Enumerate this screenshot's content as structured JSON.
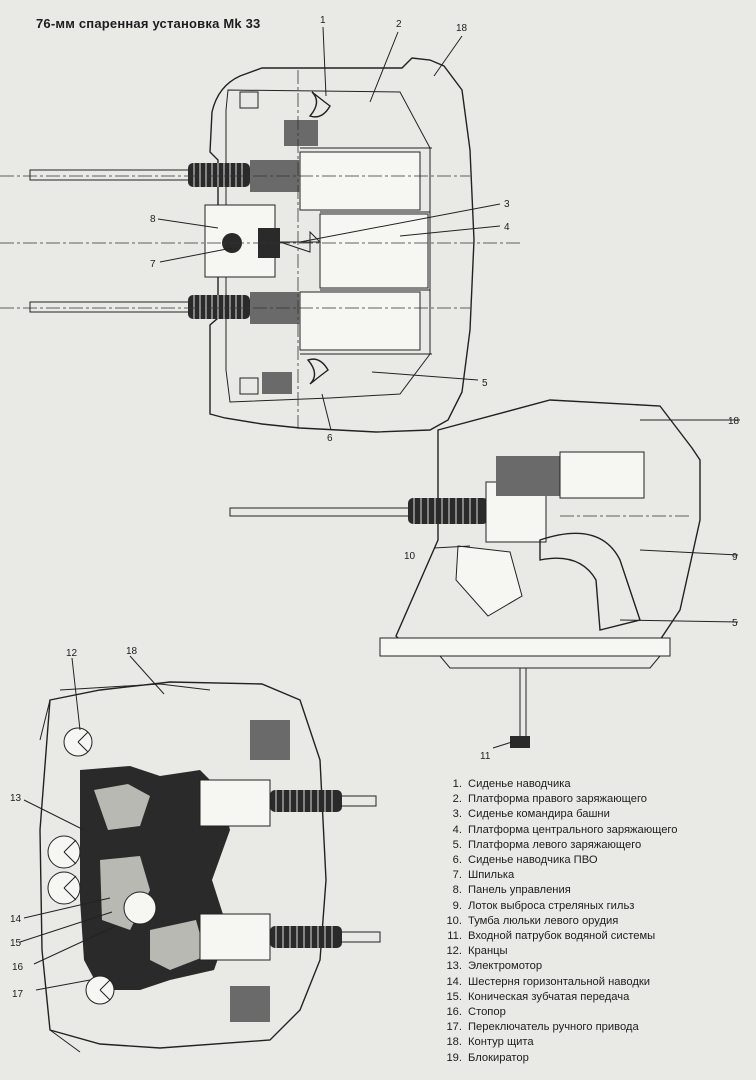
{
  "title": "76-мм спаренная установка Mk 33",
  "legend": [
    {
      "num": "1.",
      "text": "Сиденье наводчика"
    },
    {
      "num": "2.",
      "text": "Платформа правого заряжающего"
    },
    {
      "num": "3.",
      "text": "Сиденье командира башни"
    },
    {
      "num": "4.",
      "text": "Платформа центрального заряжающего"
    },
    {
      "num": "5.",
      "text": "Платформа левого заряжающего"
    },
    {
      "num": "6.",
      "text": "Сиденье наводчика ПВО"
    },
    {
      "num": "7.",
      "text": "Шпилька"
    },
    {
      "num": "8.",
      "text": "Панель управления"
    },
    {
      "num": "9.",
      "text": "Лоток выброса стреляных гильз"
    },
    {
      "num": "10.",
      "text": "Тумба люльки левого орудия"
    },
    {
      "num": "11.",
      "text": "Входной патрубок водяной системы"
    },
    {
      "num": "12.",
      "text": "Кранцы"
    },
    {
      "num": "13.",
      "text": "Электромотор"
    },
    {
      "num": "14.",
      "text": "Шестерня горизонтальной наводки"
    },
    {
      "num": "15.",
      "text": "Коническая зубчатая передача"
    },
    {
      "num": "16.",
      "text": "Стопор"
    },
    {
      "num": "17.",
      "text": "Переключатель ручного привода"
    },
    {
      "num": "18.",
      "text": "Контур щита"
    },
    {
      "num": "19.",
      "text": "Блокиратор"
    }
  ],
  "callouts": {
    "top": [
      "1",
      "2",
      "18",
      "8",
      "3",
      "4",
      "7",
      "5",
      "6"
    ],
    "side": [
      "18",
      "10",
      "9",
      "5",
      "11"
    ],
    "bottom": [
      "12",
      "18",
      "13",
      "14",
      "15",
      "16",
      "17"
    ]
  }
}
